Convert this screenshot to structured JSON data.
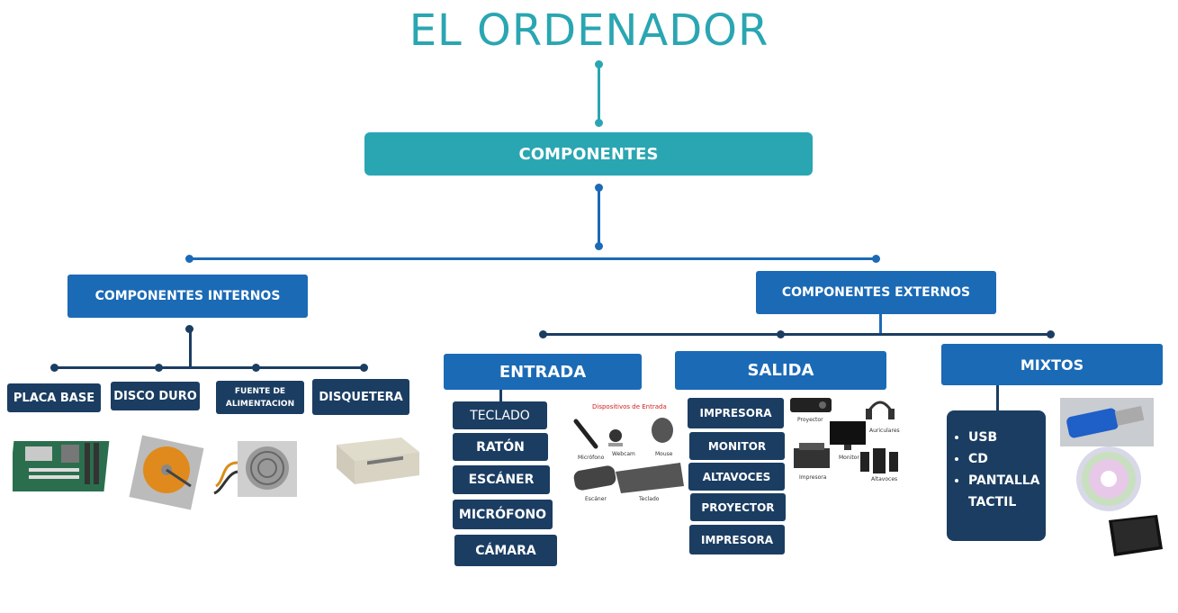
{
  "title": "EL ORDENADOR",
  "root": "COMPONENTES",
  "internos": {
    "label": "COMPONENTES INTERNOS",
    "items": [
      "PLACA BASE",
      "DISCO DURO",
      "FUENTE DE ALIMENTACION",
      "DISQUETERA"
    ]
  },
  "externos": {
    "label": "COMPONENTES EXTERNOS",
    "entrada": {
      "label": "ENTRADA",
      "items": [
        "TECLADO",
        "RATÓN",
        "ESCÁNER",
        "MICRÓFONO",
        "CÁMARA"
      ],
      "image_title": "Dispositivos de Entrada",
      "image_labels": [
        "Micrófono",
        "Webcam",
        "Mouse",
        "Escáner",
        "Teclado"
      ]
    },
    "salida": {
      "label": "SALIDA",
      "items": [
        "IMPRESORA",
        "MONITOR",
        "ALTAVOCES",
        "PROYECTOR",
        "IMPRESORA"
      ],
      "image_labels": [
        "Proyector",
        "Auriculares",
        "Monitor",
        "Impresora",
        "Altavoces"
      ]
    },
    "mixtos": {
      "label": "MIXTOS",
      "items": [
        "USB",
        "CD",
        "PANTALLA TACTIL"
      ]
    }
  },
  "colors": {
    "teal": "#2aa6b2",
    "blue": "#1b6ab6",
    "navy": "#1b3d62"
  }
}
